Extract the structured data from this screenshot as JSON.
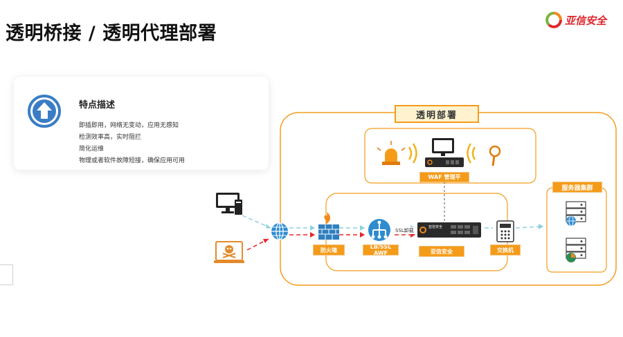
{
  "page": {
    "title": "透明桥接 / 透明代理部署"
  },
  "brand": {
    "name": "亚信安全"
  },
  "features": {
    "title": "特点描述",
    "items": [
      "即插即用，网络无变动，应用无感知",
      "检测效率高，实时阻拦",
      "简化运维",
      "物理或者软件故障短接，确保应用可用"
    ]
  },
  "diagram": {
    "section_title": "透明部署",
    "waf_management_label": "WAF 管理平",
    "server_cluster_label": "服务器集群",
    "firewall_label": "防火墙",
    "lb_label": "LB/SSL",
    "lb_sub_label": "AWF",
    "asiainfo_label": "亚信安全",
    "switch_label": "交换机",
    "ssl_offload_label": "SSL卸载",
    "device_brand": "亚信安全",
    "colors": {
      "orange": "#f59b1a",
      "normal_flow": "#8ecfe0",
      "attack_flow": "#e8262a",
      "icon_blue": "#3a8fd0"
    }
  }
}
